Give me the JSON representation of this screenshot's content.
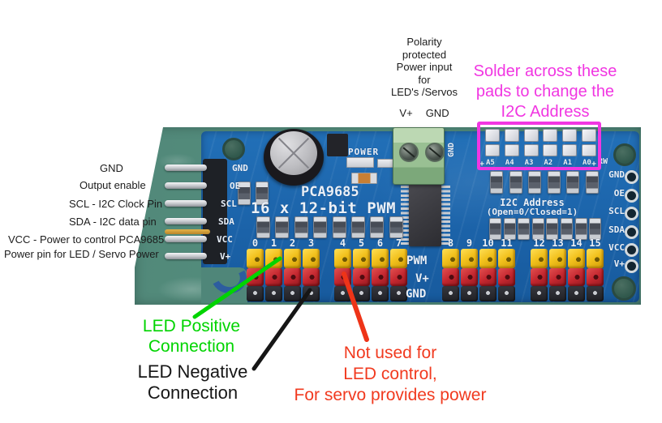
{
  "colors": {
    "mat_teal": "#518879",
    "pcb_blue": "#1b66ae",
    "annotation_magenta": "#f136e2",
    "annotation_green": "#00d400",
    "annotation_red": "#f13a1f",
    "annotation_black": "#161616",
    "header_yellow": "#f2c11d",
    "header_red": "#c4272f",
    "header_black": "#26272c"
  },
  "left_labels": [
    "GND",
    "Output enable",
    "SCL - I2C Clock Pin",
    "SDA - I2C data pin",
    "VCC - Power to control PCA9685",
    "Power pin for LED / Servo Power"
  ],
  "top_note": {
    "lines": [
      "Polarity",
      "protected",
      "Power input",
      "for",
      "LED's /Servos"
    ],
    "v_label": "V+",
    "gnd_label": "GND"
  },
  "magenta_note": {
    "lines": [
      "Solder across these",
      "pads to change the",
      "I2C Address"
    ]
  },
  "green_note": {
    "lines": [
      "LED Positive",
      "Connection"
    ]
  },
  "black_note": {
    "lines": [
      "LED Negative",
      "Connection"
    ]
  },
  "red_note": {
    "lines": [
      "Not used for",
      "LED control,",
      "For servo provides power"
    ]
  },
  "board": {
    "silk": {
      "power": "POWER",
      "chip_name": "PCA9685",
      "chip_desc": "16 x 12-bit PWM",
      "i2c_line1": "I2C Address",
      "i2c_line2": "(Open=0/Closed=1)",
      "rw": "RW",
      "plus": "+",
      "terminal_gnd": "GND",
      "mid_labels": [
        "PWM",
        "V+",
        "GND"
      ]
    },
    "left_pins": [
      "GND",
      "OE",
      "SCL",
      "SDA",
      "VCC",
      "V+"
    ],
    "right_pins": [
      "GND",
      "OE",
      "SCL",
      "SDA",
      "VCC",
      "V+"
    ],
    "address_pads": [
      "A5",
      "A4",
      "A3",
      "A2",
      "A1",
      "A0"
    ],
    "channels": [
      [
        "0",
        "1",
        "2",
        "3"
      ],
      [
        "4",
        "5",
        "6",
        "7"
      ],
      [
        "8",
        "9",
        "10",
        "11"
      ],
      [
        "12",
        "13",
        "14",
        "15"
      ]
    ]
  }
}
